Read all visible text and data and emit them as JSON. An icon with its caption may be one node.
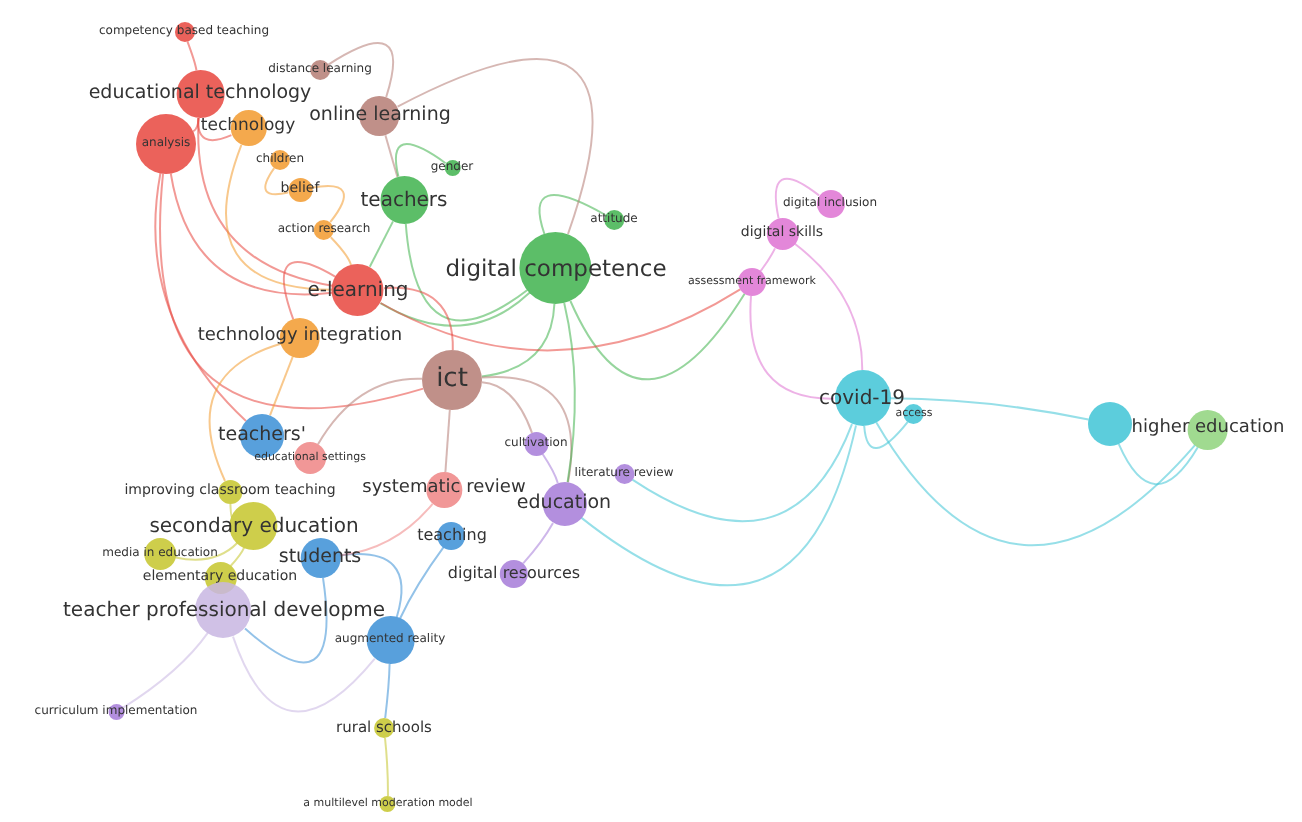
{
  "diagram": {
    "nodes": [
      {
        "text": [
          "competency based teaching"
        ]
      },
      {
        "text": [
          "distance learning"
        ]
      },
      {
        "text": [
          "educational technology"
        ]
      },
      {
        "text": [
          "online learning"
        ]
      },
      {
        "text": [
          "technology"
        ]
      },
      {
        "text": [
          "analysis"
        ]
      },
      {
        "text": [
          "children"
        ]
      },
      {
        "text": [
          "belief"
        ]
      },
      {
        "text": [
          "teachers"
        ]
      },
      {
        "text": [
          "gender"
        ]
      },
      {
        "text": [
          "action research"
        ]
      },
      {
        "text": [
          "attitude"
        ]
      },
      {
        "text": [
          "digital competence"
        ]
      },
      {
        "text": [
          "e-learning"
        ]
      },
      {
        "text": [
          "technology integration"
        ]
      },
      {
        "text": [
          "ict"
        ]
      },
      {
        "text": [
          "digital inclusion"
        ]
      },
      {
        "text": [
          "digital skills"
        ]
      },
      {
        "text": [
          "assessment framework"
        ]
      },
      {
        "text": [
          "covid-19"
        ]
      },
      {
        "text": [
          "access"
        ]
      },
      {
        "text": [],
        "shape": "circle"
      },
      {
        "text": [
          "higher education"
        ]
      },
      {
        "text": [
          "teachers'"
        ]
      },
      {
        "text": [
          "educational settings"
        ]
      },
      {
        "text": [
          "cultivation"
        ]
      },
      {
        "text": [
          "improving classroom teaching"
        ]
      },
      {
        "text": [
          "systematic review"
        ]
      },
      {
        "text": [
          "literature review"
        ]
      },
      {
        "text": [
          "education"
        ]
      },
      {
        "text": [
          "secondary education"
        ]
      },
      {
        "text": [
          "teaching"
        ]
      },
      {
        "text": [
          "students"
        ]
      },
      {
        "text": [
          "media in education"
        ]
      },
      {
        "text": [
          "digital resources"
        ]
      },
      {
        "text": [
          "elementary education"
        ]
      },
      {
        "text": [
          "teacher professional developme"
        ]
      },
      {
        "text": [
          "augmented reality"
        ]
      },
      {
        "text": [
          "curriculum implementation"
        ]
      },
      {
        "text": [
          "rural schools"
        ]
      },
      {
        "text": [
          "a multilevel moderation model"
        ]
      }
    ],
    "edges": [
      {
        "from": 0,
        "to": 2,
        "arrow": "none"
      },
      {
        "from": 1,
        "to": 3,
        "arrow": "none",
        "color": "#b57c74"
      },
      {
        "from": 2,
        "to": 4,
        "arrow": "none"
      },
      {
        "from": 2,
        "to": 5,
        "arrow": "none"
      },
      {
        "from": 2,
        "to": 13,
        "arrow": "none"
      },
      {
        "from": 5,
        "to": 13,
        "arrow": "none"
      },
      {
        "from": 5,
        "to": 15,
        "arrow": "none"
      },
      {
        "from": 5,
        "to": 23,
        "arrow": "none"
      },
      {
        "from": 4,
        "to": 13,
        "arrow": "none",
        "color": "#f29a2e"
      },
      {
        "from": 6,
        "to": 7,
        "arrow": "none",
        "color": "#f29a2e"
      },
      {
        "from": 7,
        "to": 10,
        "arrow": "none",
        "color": "#f29a2e"
      },
      {
        "from": 10,
        "to": 13,
        "arrow": "none",
        "color": "#f29a2e"
      },
      {
        "from": 3,
        "to": 8,
        "arrow": "none",
        "color": "#b57c74"
      },
      {
        "from": 8,
        "to": 9,
        "arrow": "none",
        "color": "#3fb34d"
      },
      {
        "from": 8,
        "to": 12,
        "arrow": "none",
        "color": "#3fb34d"
      },
      {
        "from": 11,
        "to": 12,
        "arrow": "none",
        "color": "#3fb34d"
      },
      {
        "from": 12,
        "to": 13,
        "arrow": "none",
        "color": "#3fb34d"
      },
      {
        "from": 12,
        "to": 15,
        "arrow": "none",
        "color": "#3fb34d"
      },
      {
        "from": 12,
        "to": 18,
        "arrow": "none",
        "color": "#3fb34d"
      },
      {
        "from": 13,
        "to": 14,
        "arrow": "none"
      },
      {
        "from": 13,
        "to": 15,
        "arrow": "none"
      },
      {
        "from": 13,
        "to": 18,
        "arrow": "none"
      },
      {
        "from": 14,
        "to": 23,
        "arrow": "none",
        "color": "#f29a2e"
      },
      {
        "from": 14,
        "to": 26,
        "arrow": "none",
        "color": "#f29a2e"
      },
      {
        "from": 15,
        "to": 24,
        "arrow": "none",
        "color": "#b57c74"
      },
      {
        "from": 15,
        "to": 27,
        "arrow": "none",
        "color": "#b57c74"
      },
      {
        "from": 15,
        "to": 25,
        "arrow": "none",
        "color": "#b57c74"
      },
      {
        "from": 15,
        "to": 29,
        "arrow": "none",
        "color": "#b57c74"
      },
      {
        "from": 12,
        "to": 29,
        "arrow": "none",
        "color": "#3fb34d"
      },
      {
        "from": 17,
        "to": 16,
        "arrow": "none",
        "color": "#de72d2"
      },
      {
        "from": 17,
        "to": 18,
        "arrow": "none",
        "color": "#de72d2"
      },
      {
        "from": 18,
        "to": 19,
        "arrow": "none",
        "color": "#de72d2"
      },
      {
        "from": 17,
        "to": 19,
        "arrow": "none",
        "color": "#de72d2"
      },
      {
        "from": 19,
        "to": 20,
        "arrow": "none",
        "color": "#3fc4d6"
      },
      {
        "from": 19,
        "to": 21,
        "arrow": "none",
        "color": "#3fc4d6"
      },
      {
        "from": 19,
        "to": 22,
        "arrow": "none",
        "color": "#3fc4d6"
      },
      {
        "from": 21,
        "to": 22,
        "arrow": "none",
        "color": "#3fc4d6"
      },
      {
        "from": 19,
        "to": 29,
        "arrow": "none",
        "color": "#3fc4d6"
      },
      {
        "from": 19,
        "to": 28,
        "arrow": "none",
        "color": "#3fc4d6"
      },
      {
        "from": 26,
        "to": 30,
        "arrow": "none",
        "color": "#c5c52c"
      },
      {
        "from": 30,
        "to": 33,
        "arrow": "none",
        "color": "#c5c52c"
      },
      {
        "from": 30,
        "to": 35,
        "arrow": "none",
        "color": "#c5c52c"
      },
      {
        "from": 32,
        "to": 37,
        "arrow": "none",
        "color": "#3b8fd6"
      },
      {
        "from": 31,
        "to": 37,
        "arrow": "none",
        "color": "#3b8fd6"
      },
      {
        "from": 27,
        "to": 32,
        "arrow": "none",
        "color": "#ef8585"
      },
      {
        "from": 29,
        "to": 34,
        "arrow": "none",
        "color": "#a67bd8"
      },
      {
        "from": 29,
        "to": 25,
        "arrow": "none",
        "color": "#a67bd8"
      },
      {
        "from": 36,
        "to": 37,
        "arrow": "none",
        "color": "#c8b6e2"
      },
      {
        "from": 36,
        "to": 38,
        "arrow": "none",
        "color": "#c8b6e2"
      },
      {
        "from": 37,
        "to": 39,
        "arrow": "none",
        "color": "#3b8fd6"
      },
      {
        "from": 39,
        "to": 40,
        "arrow": "none",
        "color": "#c5c52c"
      },
      {
        "from": 32,
        "to": 36,
        "arrow": "none",
        "color": "#3b8fd6"
      },
      {
        "from": 8,
        "to": 13,
        "arrow": "none",
        "color": "#3fb34d"
      },
      {
        "from": 3,
        "to": 12,
        "arrow": "none",
        "color": "#b57c74"
      }
    ]
  }
}
